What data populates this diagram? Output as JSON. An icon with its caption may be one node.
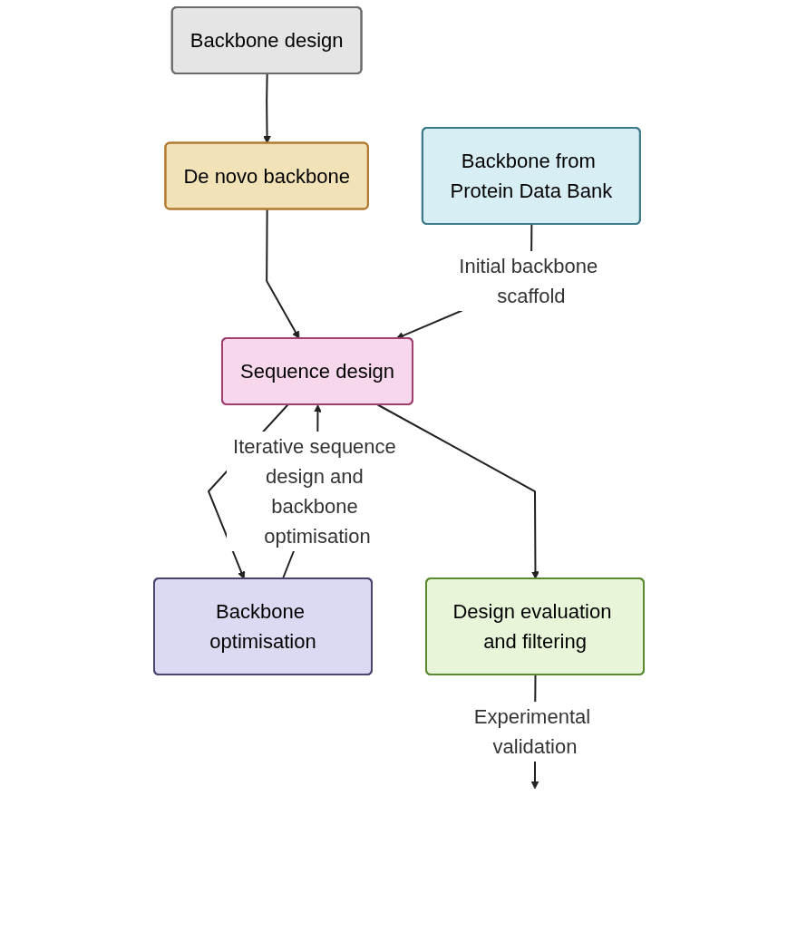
{
  "diagram": {
    "nodes": [
      {
        "text": [
          "Backbone design"
        ]
      },
      {
        "text": [
          "De novo backbone"
        ]
      },
      {
        "text": [
          "Backbone from Protein Data Bank"
        ]
      },
      {
        "text": [
          "Backbone optimisation"
        ]
      },
      {
        "text": [
          "Sequence design"
        ]
      },
      {
        "text": [
          "Design evaluation and filtering"
        ]
      }
    ],
    "edges": [
      {
        "from": 0,
        "to": 1,
        "arrow": "to"
      },
      {
        "from": 1,
        "to": 4,
        "arrow": "to"
      },
      {
        "from": 2,
        "to": 4,
        "arrow": "to",
        "label": "Initial backbone scaffold"
      },
      {
        "from": 3,
        "to": 4,
        "arrow": "to",
        "label": "Iterative sequence design and backbone optimisation"
      },
      {
        "from": 4,
        "to": 3,
        "arrow": "to"
      },
      {
        "from": 4,
        "to": 5,
        "arrow": "to"
      },
      {
        "from": 5,
        "to": null,
        "arrow": "to",
        "label": "Experimental validation"
      }
    ]
  }
}
